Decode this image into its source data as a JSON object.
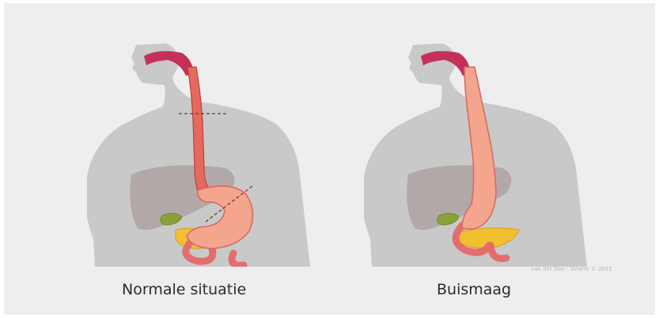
{
  "captions": {
    "left": "Normale situatie",
    "right": "Buismaag"
  },
  "credit": "van der Zon - Vinami © 2011",
  "colors": {
    "background": "#eeeeee",
    "body_silhouette": "#c9c9c9",
    "esophagus": "#e0514f",
    "stomach": "#f4a58d",
    "liver": "#b3a8a8",
    "pancreas": "#f0c030",
    "gallbladder": "#8aa13a",
    "cut_line": "#6b3b2a"
  }
}
